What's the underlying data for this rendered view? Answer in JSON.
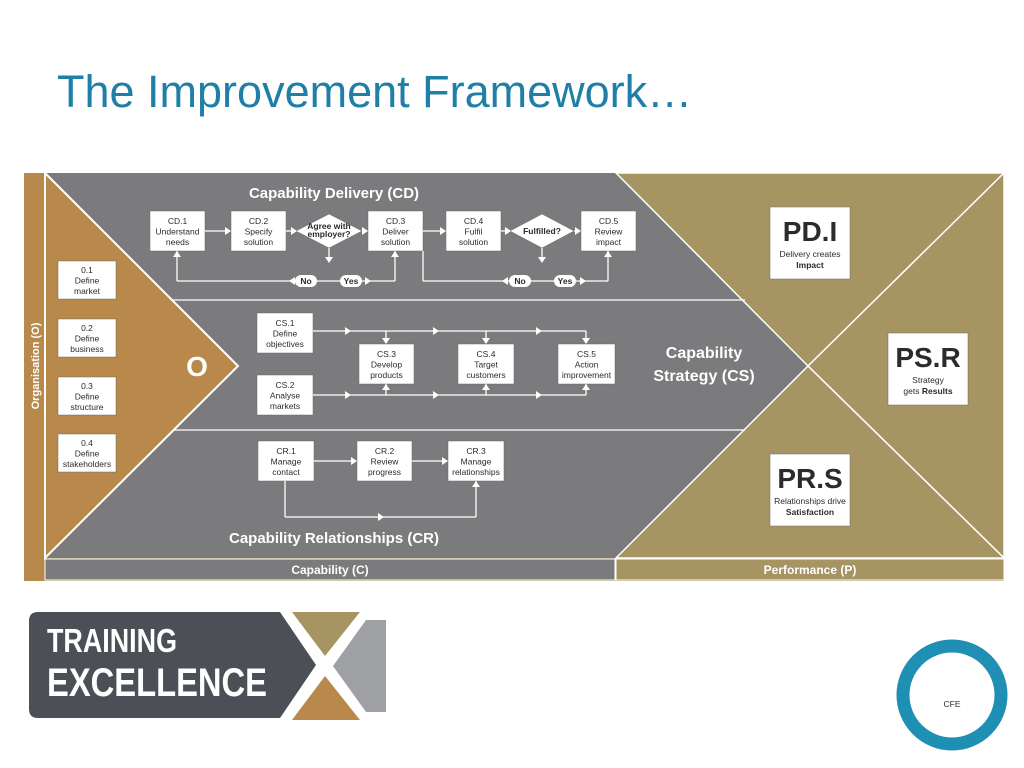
{
  "slide": {
    "title": "The Improvement Framework…"
  },
  "colors": {
    "title": "#1f7fa6",
    "grey": "#7b7b7d",
    "gold": "#a69463",
    "orange": "#b8894b",
    "cfe_ring": "#1f8fb4"
  },
  "diagram": {
    "organisation_label": "Organisation (O)",
    "o_letter": "O",
    "org_steps": [
      {
        "lines": [
          "0.1",
          "Define",
          "market"
        ]
      },
      {
        "lines": [
          "0.2",
          "Define",
          "business"
        ]
      },
      {
        "lines": [
          "0.3",
          "Define",
          "structure"
        ]
      },
      {
        "lines": [
          "0.4",
          "Define",
          "stakeholders"
        ]
      }
    ],
    "cd": {
      "title": "Capability Delivery (CD)",
      "steps": [
        {
          "lines": [
            "CD.1",
            "Understand",
            "needs"
          ]
        },
        {
          "lines": [
            "CD.2",
            "Specify",
            "solution"
          ]
        },
        {
          "lines": [
            "CD.3",
            "Deliver",
            "solution"
          ]
        },
        {
          "lines": [
            "CD.4",
            "Fulfil",
            "solution"
          ]
        },
        {
          "lines": [
            "CD.5",
            "Review",
            "impact"
          ]
        }
      ],
      "decision1": [
        "Agree with",
        "employer?"
      ],
      "decision2": [
        "Fulfilled?"
      ],
      "no1": "No",
      "yes1": "Yes",
      "no2": "No",
      "yes2": "Yes"
    },
    "cs": {
      "title_line1": "Capability",
      "title_line2": "Strategy (CS)",
      "steps": [
        {
          "lines": [
            "CS.1",
            "Define",
            "objectives"
          ]
        },
        {
          "lines": [
            "CS.2",
            "Analyse",
            "markets"
          ]
        },
        {
          "lines": [
            "CS.3",
            "Develop",
            "products"
          ]
        },
        {
          "lines": [
            "CS.4",
            "Target",
            "customers"
          ]
        },
        {
          "lines": [
            "CS.5",
            "Action",
            "improvement"
          ]
        }
      ]
    },
    "cr": {
      "title": "Capability Relationships (CR)",
      "steps": [
        {
          "lines": [
            "CR.1",
            "Manage",
            "contact"
          ]
        },
        {
          "lines": [
            "CR.2",
            "Review",
            "progress"
          ]
        },
        {
          "lines": [
            "CR.3",
            "Manage",
            "relationships"
          ]
        }
      ]
    },
    "performance": [
      {
        "code": "PD.I",
        "line1": "Delivery creates",
        "line2": "Impact"
      },
      {
        "code": "PS.R",
        "line1": "Strategy",
        "line2a": "gets ",
        "line2b": "Results"
      },
      {
        "code": "PR.S",
        "line1": "Relationships drive",
        "line2": "Satisfaction"
      }
    ],
    "capability_bar": "Capability (C)",
    "performance_bar": "Performance (P)"
  },
  "logos": {
    "training_line1": "TRAINING",
    "training_line2": "EXCELLENCE",
    "cfe": "CFE"
  }
}
